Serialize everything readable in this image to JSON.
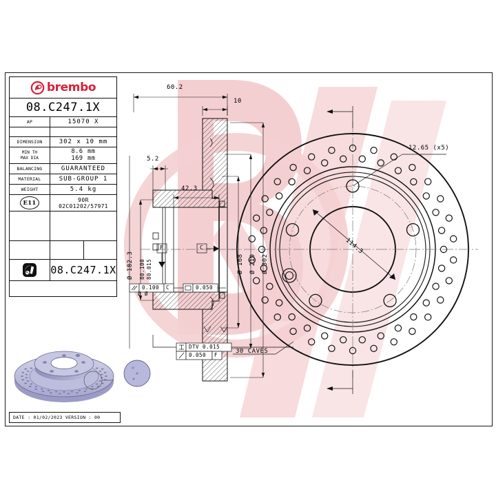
{
  "document": {
    "manufacturer": "brembo",
    "part_number": "08.C247.1X",
    "date_line": "DATE : 01/02/2023 VERSION : 00"
  },
  "info_table": {
    "part_number_main": "08.C247.1X",
    "part_number_bottom": "08.C247.1X",
    "rows": [
      {
        "label": "AP",
        "value": "15070 X"
      },
      {
        "label": "DIMENSION",
        "value": "302 x 10 mm"
      },
      {
        "label": "MIN TH",
        "label2": "MAX DIA",
        "value": "8.6",
        "unit": "mm",
        "value2": "169",
        "unit2": "mm"
      },
      {
        "label": "BALANCING",
        "value": "GUARANTEED"
      },
      {
        "label": "MATERIAL",
        "value": "SUB-GROUP 1"
      },
      {
        "label": "WEIGHT",
        "value": "5.4 kg"
      }
    ],
    "homologation": {
      "badge": "E11",
      "line1": "90R",
      "line2": "02C01202/57971"
    },
    "icons": {
      "logo": "brembo-logo-icon",
      "disc": "brake-disc-icon",
      "e11": "e11-approval-icon"
    }
  },
  "section_view": {
    "dimensions": {
      "overall_width": "60.2",
      "hat_height": "10",
      "flange_thickness": "5.2",
      "inner_depth": "42.3",
      "bore_dim": "Ø 182.3",
      "bore_tol_upper": "80.100",
      "bore_tol_lower": "80.015",
      "bore_tol_symbol": "Ø",
      "dia_168": "Ø 168",
      "dia_219": "Ø 219",
      "dia_302": "Ø 302"
    },
    "datums": {
      "f": "F",
      "c": "C"
    },
    "tolerance_frames": [
      {
        "symbol": "//",
        "value": "0.100",
        "datum": "C"
      },
      {
        "symbol": "□",
        "value": "0.050",
        "datum": ""
      },
      {
        "symbol": "DTV",
        "value": "DTV  0.015",
        "datum": ""
      },
      {
        "symbol": "/",
        "value": "0.050",
        "datum": "F"
      }
    ]
  },
  "face_view": {
    "hole_callout": "12.65 (x5)",
    "pcd": "114.3",
    "caves_callout": "30 CAVES",
    "outer_diameter": 302,
    "bolt_count": 5,
    "cave_count": 30
  },
  "colors": {
    "brembo_red": "#d6223a",
    "line": "#111111",
    "watermark": "#f4cfd2",
    "render_body": "#b2b2d8",
    "render_light": "#d2d2e8",
    "render_dark": "#8e8eb8"
  }
}
